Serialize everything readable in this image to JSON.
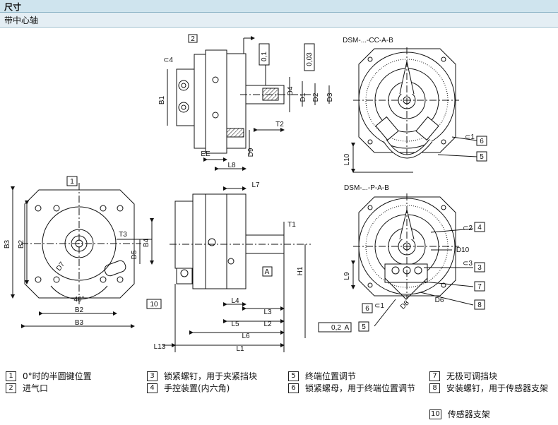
{
  "header": {
    "title": "尺寸",
    "subtitle": "带中心轴"
  },
  "variants": {
    "cc": "DSM-...-CC-A-B",
    "p": "DSM-...-P-A-B"
  },
  "dims": {
    "l1": "L1",
    "l2": "L2",
    "l3": "L3",
    "l4": "L4",
    "l5": "L5",
    "l6": "L6",
    "l7": "L7",
    "l8": "L8",
    "l9": "L9",
    "l10": "L10",
    "l13": "L13",
    "b1": "B1",
    "b2": "B2",
    "b3": "B3",
    "b4": "B4",
    "d1": "D1",
    "d2": "D2",
    "d3": "D3",
    "d4": "D4",
    "d5": "D5",
    "d6": "D6",
    "d7": "D7",
    "d8": "D8",
    "d9": "D9",
    "d10": "D10",
    "t1": "T1",
    "t2": "T2",
    "t3": "T3",
    "h1": "H1",
    "ee": "EE",
    "angle": "40°"
  },
  "tolerances": {
    "flatness": "0,1",
    "runout": "0,03",
    "parallel": "0,2",
    "datum": "A"
  },
  "callouts": {
    "c1": "1",
    "c2": "2",
    "c3": "3",
    "c4": "4",
    "c5": "5",
    "c6": "6",
    "c7": "7",
    "c8": "8",
    "c10": "10"
  },
  "wrench": {
    "w1": "⊂1",
    "w2": "⊂2",
    "w3": "⊂3",
    "w4": "⊂4"
  },
  "legend": [
    {
      "num": "1",
      "text": "0°时的半圆键位置"
    },
    {
      "num": "2",
      "text": "进气口"
    },
    {
      "num": "3",
      "text": "锁紧螺钉，用于夹紧挡块"
    },
    {
      "num": "4",
      "text": "手控装置(内六角)"
    },
    {
      "num": "5",
      "text": "终端位置调节"
    },
    {
      "num": "6",
      "text": "锁紧螺母，用于终端位置调节"
    },
    {
      "num": "7",
      "text": "无极可调挡块"
    },
    {
      "num": "8",
      "text": "安装螺钉，用于传感器支架"
    },
    {
      "num": "10",
      "text": "传感器支架"
    }
  ]
}
